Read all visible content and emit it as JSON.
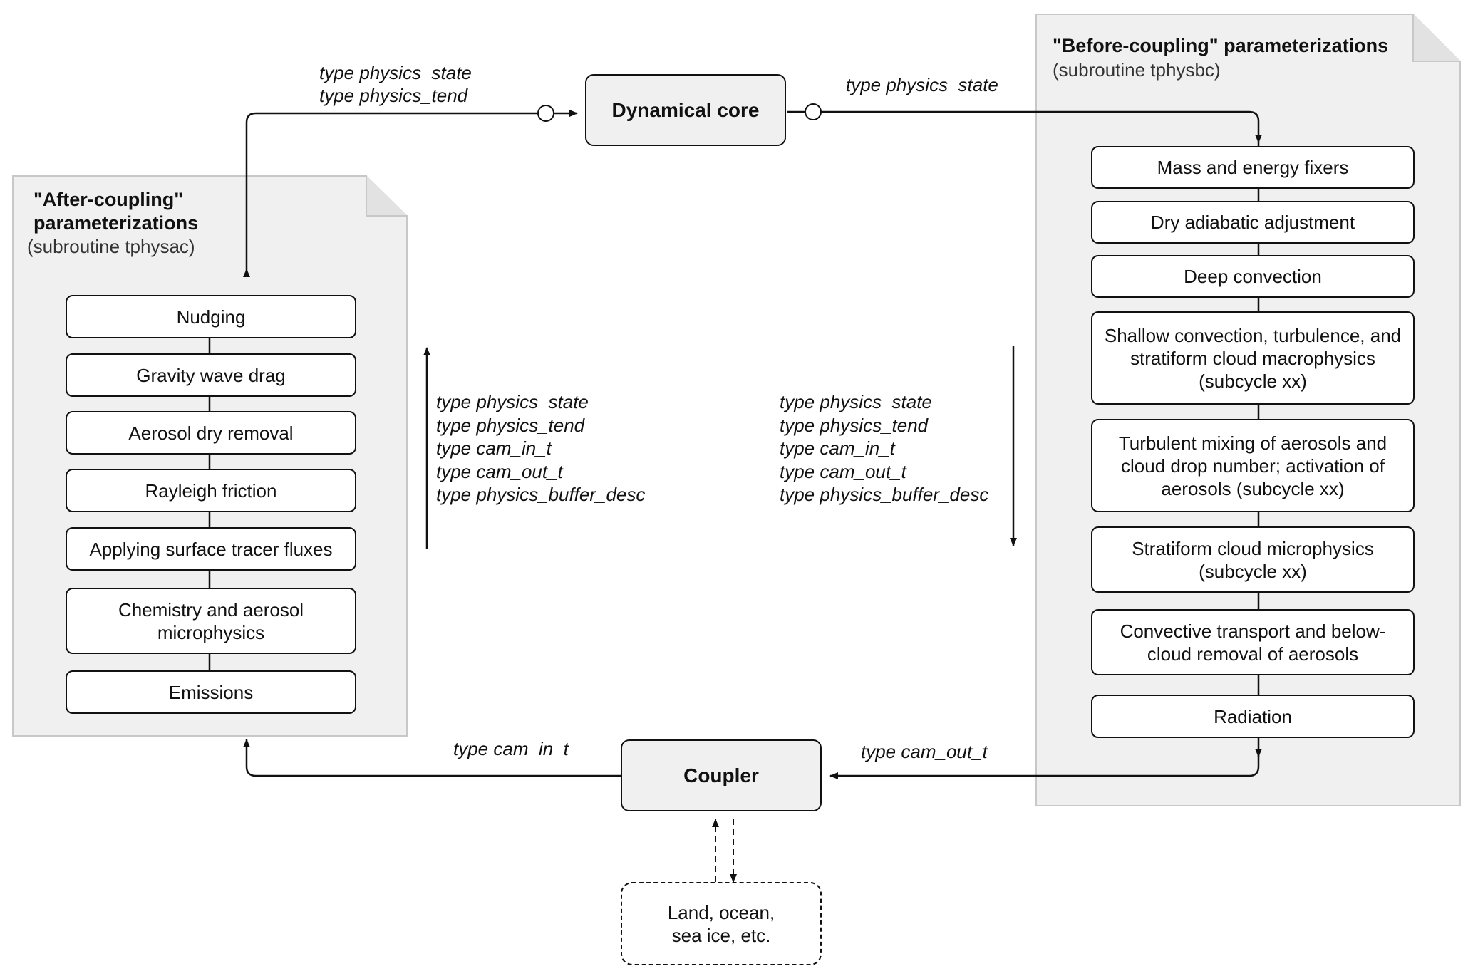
{
  "before_panel": {
    "title": "\"Before-coupling\" parameterizations",
    "subtitle": "(subroutine tphysbc)",
    "steps": [
      "Mass and energy fixers",
      "Dry adiabatic adjustment",
      "Deep convection",
      "Shallow convection, turbulence, and stratiform cloud macrophysics (subcycle xx)",
      "Turbulent mixing of aerosols and cloud drop number; activation of aerosols (subcycle xx)",
      "Stratiform cloud microphysics (subcycle xx)",
      "Convective transport and below-cloud removal of aerosols",
      "Radiation"
    ]
  },
  "after_panel": {
    "title_line1": "\"After-coupling\"",
    "title_line2": "parameterizations",
    "subtitle": "(subroutine tphysac)",
    "steps": [
      "Nudging",
      "Gravity wave drag",
      "Aerosol dry removal",
      "Rayleigh friction",
      "Applying surface tracer fluxes",
      "Chemistry and aerosol microphysics",
      "Emissions"
    ]
  },
  "core": {
    "dynamical_core": "Dynamical core",
    "coupler": "Coupler"
  },
  "external": {
    "label": "Land, ocean, sea ice, etc."
  },
  "flow_labels": {
    "top_left": [
      "type physics_state",
      "type physics_tend"
    ],
    "top_right": "type physics_state",
    "middle": [
      "type physics_state",
      "type physics_tend",
      "type cam_in_t",
      "type cam_out_t",
      "type physics_buffer_desc"
    ],
    "bottom_left": "type cam_in_t",
    "bottom_right": "type cam_out_t"
  }
}
